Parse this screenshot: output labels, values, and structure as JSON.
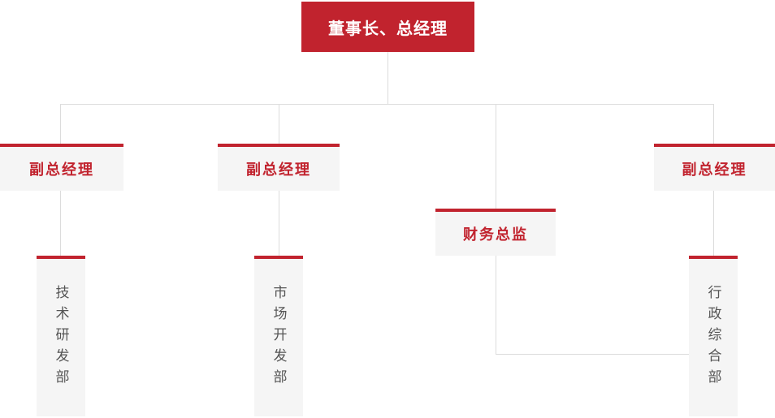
{
  "org_chart": {
    "type": "org-hierarchy",
    "root": {
      "id": "root",
      "label": "董事长、总经理"
    },
    "managers": [
      {
        "id": "vp-1",
        "label": "副总经理",
        "parent": "root"
      },
      {
        "id": "vp-2",
        "label": "副总经理",
        "parent": "root"
      },
      {
        "id": "cfo",
        "label": "财务总监",
        "parent": "root"
      },
      {
        "id": "vp-3",
        "label": "副总经理",
        "parent": "root"
      }
    ],
    "departments": [
      {
        "id": "dept-tech",
        "label": "技术研发部",
        "parent": "vp-1"
      },
      {
        "id": "dept-market",
        "label": "市场开发部",
        "parent": "vp-2"
      },
      {
        "id": "dept-admin",
        "label": "行政综合部",
        "parent": "vp-3",
        "also_linked_from": "cfo"
      }
    ]
  },
  "colors": {
    "accent_red": "#c1232e",
    "node_bg": "#f5f5f5",
    "connector": "#dcdcdc",
    "dept_text": "#555555",
    "root_text": "#ffffff"
  }
}
